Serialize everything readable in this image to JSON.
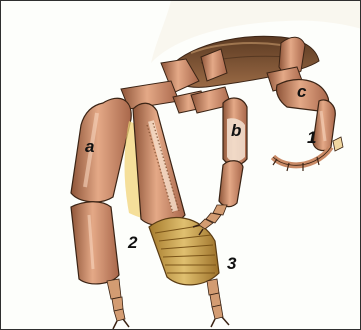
{
  "labels": {
    "a": "a",
    "b": "b",
    "c": "c",
    "n1": "1",
    "n2": "2",
    "n3": "3"
  },
  "colors": {
    "background": "#fdfefb",
    "body_brown": "#7a4a2a",
    "leg_copper": "#c98a66",
    "leg_highlight": "#f1c9ae",
    "segment_gold": "#c9a14a",
    "outline": "#3b2415"
  }
}
